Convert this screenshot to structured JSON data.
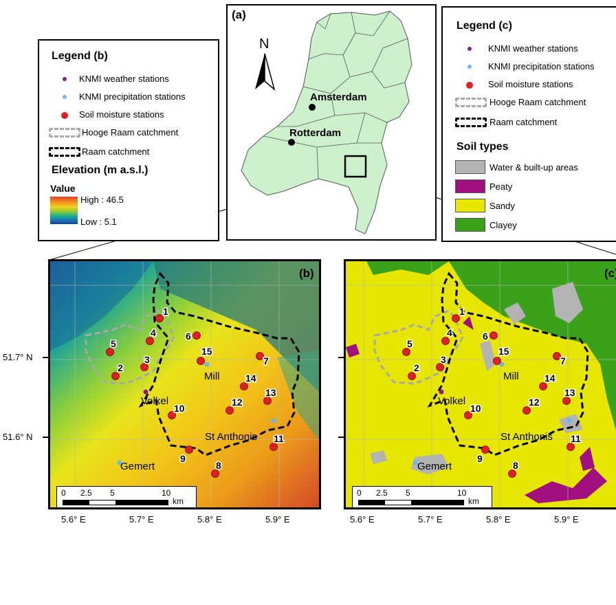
{
  "panel_a": {
    "label": "(a)",
    "north_label": "N",
    "cities": [
      "Amsterdam",
      "Rotterdam"
    ]
  },
  "legend_b": {
    "title": "Legend (b)",
    "items": [
      "KNMI weather stations",
      "KNMI precipitation stations",
      "Soil moisture stations",
      "Hooge Raam catchment",
      "Raam catchment"
    ],
    "elevation_title": "Elevation (m a.s.l.)",
    "value_label": "Value",
    "high_label": "High : 46.5",
    "low_label": "Low : 5.1"
  },
  "legend_c": {
    "title": "Legend (c)",
    "items": [
      "KNMI weather stations",
      "KNMI precipitation stations",
      "Soil moisture stations",
      "Hooge Raam catchment",
      "Raam catchment"
    ],
    "soil_title": "Soil types",
    "soil_types": [
      "Water & built-up areas",
      "Peaty",
      "Sandy",
      "Clayey"
    ]
  },
  "colors": {
    "weather_station": "#8b1a89",
    "precip_station": "#6fb6ea",
    "soil_station": "#e02020",
    "hooge_raam": "#a9a9a9",
    "raam": "#000000",
    "water_built": "#b3b3b3",
    "peaty": "#a0107e",
    "sandy": "#e6e600",
    "clayey": "#3aa21a",
    "netherlands": "#cdf0cd"
  },
  "panel_b": {
    "label": "(b)",
    "places": [
      "Mill",
      "Volkel",
      "St Anthonis",
      "Gemert"
    ],
    "stations": [
      "1",
      "2",
      "3",
      "4",
      "5",
      "6",
      "7",
      "8",
      "9",
      "10",
      "11",
      "12",
      "13",
      "14",
      "15"
    ]
  },
  "panel_c": {
    "label": "(c)",
    "places": [
      "Mill",
      "Volkel",
      "St Anthonis",
      "Gemert"
    ],
    "stations": [
      "1",
      "2",
      "3",
      "4",
      "5",
      "6",
      "7",
      "8",
      "9",
      "10",
      "11",
      "12",
      "13",
      "14",
      "15"
    ]
  },
  "scalebar": {
    "ticks": [
      "0",
      "2.5",
      "5",
      "10"
    ],
    "unit": "km"
  },
  "axes": {
    "lat": [
      "51.7° N",
      "51.6° N"
    ],
    "lon": [
      "5.6° E",
      "5.7° E",
      "5.8° E",
      "5.9° E"
    ]
  }
}
